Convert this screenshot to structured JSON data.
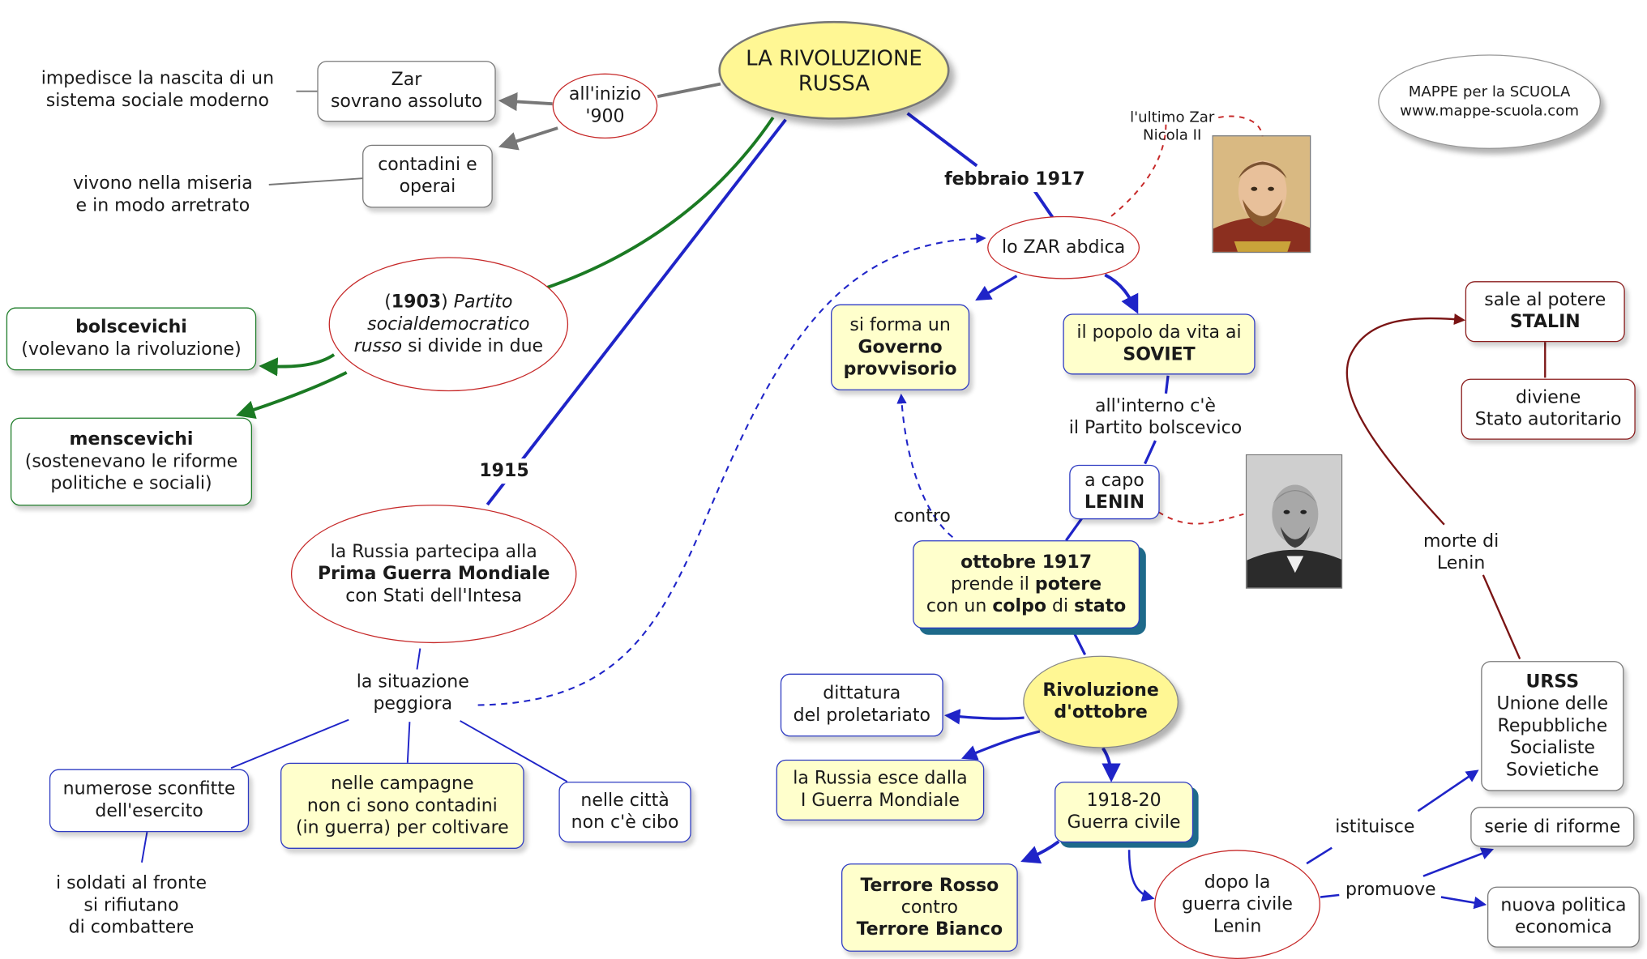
{
  "title": {
    "line1": "LA RIVOLUZIONE",
    "line2": "RUSSA"
  },
  "credit": {
    "line1": "MAPPE per la SCUOLA",
    "line2": "www.mappe-scuola.com"
  },
  "inizio": {
    "line1": "all'inizio",
    "line2": "'900"
  },
  "zar_box": {
    "line1": "Zar",
    "line2": "sovrano assoluto"
  },
  "zar_effect": {
    "line1": "impedisce la nascita di un",
    "line2": "sistema sociale moderno"
  },
  "contadini_box": {
    "line1": "contadini e",
    "line2": "operai"
  },
  "contadini_effect": {
    "line1": "vivono nella miseria",
    "line2": "e in modo arretrato"
  },
  "partito": {
    "year": "1903",
    "open": "(",
    "close": ")",
    "t1": " Partito",
    "t2": "socialdemocratico",
    "t3": "russo",
    "t4": "  si divide in due"
  },
  "bolscevichi": {
    "name": "bolscevichi",
    "desc": "(volevano la rivoluzione)"
  },
  "menscevichi": {
    "name": "menscevichi",
    "desc1": "(sostenevano le riforme",
    "desc2": "politiche e sociali)"
  },
  "label_1915": "1915",
  "guerra": {
    "line1": "la Russia partecipa alla",
    "line2": "Prima Guerra Mondiale",
    "line3": "con Stati dell'Intesa"
  },
  "situazione": {
    "line1": "la situazione",
    "line2": "peggiora"
  },
  "sconfitte": {
    "line1": "numerose sconfitte",
    "line2": "dell'esercito"
  },
  "soldati": {
    "line1": "i soldati al fronte",
    "line2": "si rifiutano",
    "line3": "di combattere"
  },
  "campagne": {
    "line1": "nelle campagne",
    "line2": "non ci sono contadini",
    "line3": "(in guerra) per coltivare"
  },
  "citta": {
    "line1": "nelle città",
    "line2": "non c'è cibo"
  },
  "label_febbraio": "febbraio 1917",
  "zar_abdica": "lo ZAR abdica",
  "ultimo_zar": {
    "line1": "l'ultimo Zar",
    "line2": "Nicola II"
  },
  "governo": {
    "line1": "si forma un",
    "line2": "Governo",
    "line3": "provvisorio"
  },
  "soviet": {
    "line1": "il popolo da vita ai",
    "line2": "SOVIET"
  },
  "interno": {
    "line1": "all'interno c'è",
    "line2": "il Partito bolscevico"
  },
  "capo": {
    "line1": "a capo",
    "line2": "LENIN"
  },
  "contro_label": "contro",
  "ottobre": {
    "l1": "ottobre 1917",
    "l2a": "prende il ",
    "l2b": "potere",
    "l3a": "con un ",
    "l3b": "colpo",
    "l3c": " di ",
    "l3d": "stato"
  },
  "rivoluzione": {
    "line1": "Rivoluzione",
    "line2": "d'ottobre"
  },
  "dittatura": {
    "line1": "dittatura",
    "line2": "del proletariato"
  },
  "esce": {
    "line1": "la Russia esce dalla",
    "line2": "I Guerra Mondiale"
  },
  "civile": {
    "line1": "1918-20",
    "line2": "Guerra civile"
  },
  "terrore": {
    "line1": "Terrore Rosso",
    "line2": "contro",
    "line3": "Terrore Bianco"
  },
  "dopo": {
    "line1": "dopo la",
    "line2": "guerra civile",
    "line3": "Lenin"
  },
  "istituisce": "istituisce",
  "promuove": "promuove",
  "urss": {
    "line1": "URSS",
    "line2": "Unione delle",
    "line3": "Repubbliche",
    "line4": "Socialiste",
    "line5": "Sovietiche"
  },
  "riforme": "serie di riforme",
  "nep": {
    "line1": "nuova politica",
    "line2": "economica"
  },
  "morte": {
    "line1": "morte di",
    "line2": "Lenin"
  },
  "stalin": {
    "line1": "sale al potere",
    "line2": "STALIN"
  },
  "autoritario": {
    "line1": "diviene",
    "line2": "Stato autoritario"
  },
  "colors": {
    "blue": "#1f24c8",
    "green": "#1b7a23",
    "red_ellipse": "#c62828",
    "yellow_fill": "#ffffcc",
    "title_fill": "#fff794",
    "dark_red": "#7a1414"
  }
}
